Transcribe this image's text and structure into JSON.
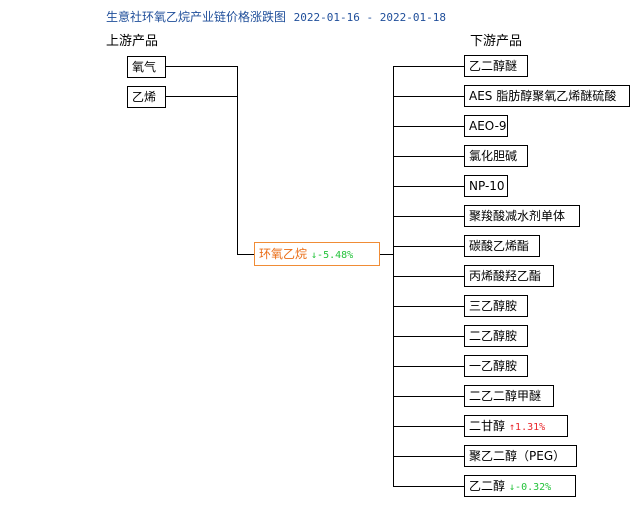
{
  "header": {
    "title": "生意社环氧乙烷产业链价格涨跌图",
    "date_range": "2022-01-16 - 2022-01-18"
  },
  "labels": {
    "upstream": "上游产品",
    "downstream": "下游产品"
  },
  "upstream": [
    {
      "name": "氧气"
    },
    {
      "name": "乙烯"
    }
  ],
  "center": {
    "name": "环氧乙烷",
    "change": "-5.48%",
    "direction": "down"
  },
  "downstream": [
    {
      "name": "乙二醇醚",
      "change": ""
    },
    {
      "name": "AES 脂肪醇聚氧乙烯醚硫酸",
      "change": ""
    },
    {
      "name": "AEO-9",
      "change": ""
    },
    {
      "name": "氯化胆碱",
      "change": ""
    },
    {
      "name": "NP-10",
      "change": ""
    },
    {
      "name": "聚羧酸减水剂单体",
      "change": ""
    },
    {
      "name": "碳酸乙烯酯",
      "change": ""
    },
    {
      "name": "丙烯酸羟乙酯",
      "change": ""
    },
    {
      "name": "三乙醇胺",
      "change": ""
    },
    {
      "name": "二乙醇胺",
      "change": ""
    },
    {
      "name": "一乙醇胺",
      "change": ""
    },
    {
      "name": "二乙二醇甲醚",
      "change": ""
    },
    {
      "name": "二甘醇",
      "change": "1.31%",
      "direction": "up"
    },
    {
      "name": "聚乙二醇（PEG）",
      "change": ""
    },
    {
      "name": "乙二醇",
      "change": "-0.32%",
      "direction": "down"
    }
  ],
  "colors": {
    "title": "#1f4e9a",
    "center_border": "#f08c36",
    "center_text": "#ea6d16",
    "down": "#23c23a",
    "up": "#e8262a"
  }
}
